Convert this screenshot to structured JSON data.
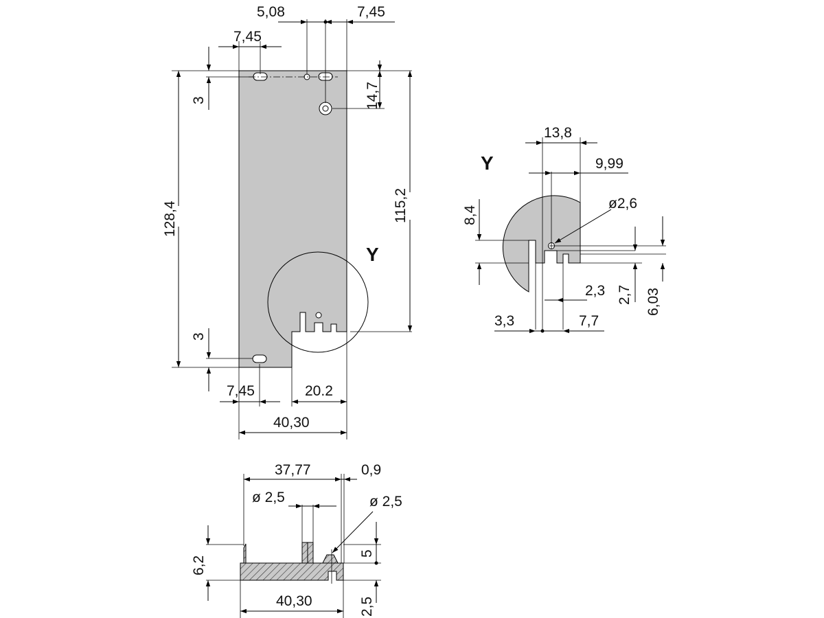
{
  "drawing": {
    "front_view": {
      "dims": {
        "top_508": "5,08",
        "top_745_right": "7,45",
        "top_745_left": "7,45",
        "left_3_top": "3",
        "right_147": "14,7",
        "left_1284": "128,4",
        "right_1152": "115,2",
        "left_3_bottom": "3",
        "bottom_745": "7,45",
        "bottom_202": "20.2",
        "bottom_4030": "40,30"
      },
      "detail_label": "Y"
    },
    "detail_view": {
      "title": "Y",
      "dims": {
        "top_138": "13,8",
        "top_999": "9,99",
        "left_84": "8,4",
        "hole_26": "ø2,6",
        "slot_23": "2,3",
        "right_27": "2,7",
        "right_603": "6,03",
        "bottom_33": "3,3",
        "bottom_77": "7,7"
      }
    },
    "section_view": {
      "dims": {
        "top_3777": "37,77",
        "top_09": "0,9",
        "hole_25_left": "ø 2,5",
        "hole_25_right": "ø 2,5",
        "left_62": "6,2",
        "right_5": "5",
        "bottom_4030": "40,30",
        "right_25": "2,5"
      }
    }
  }
}
